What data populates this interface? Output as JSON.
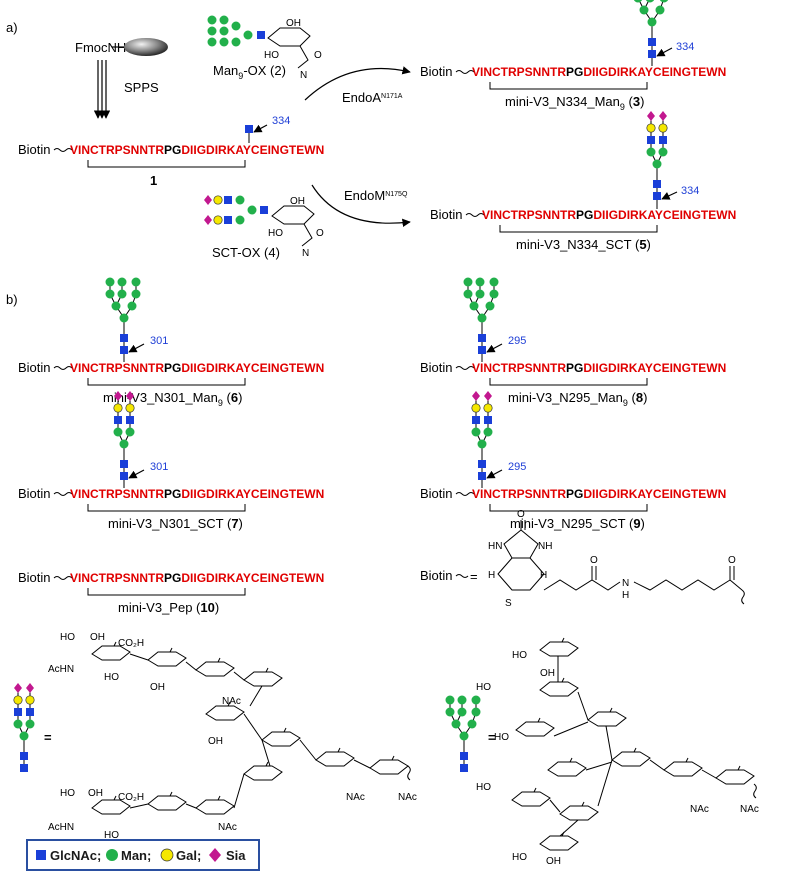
{
  "panel_a": {
    "label": "a)",
    "start_reagent": "FmocNH",
    "spps": "SPPS",
    "man9_ox_name": "Man",
    "man9_ox_sub": "9",
    "man9_ox_suffix": "-OX (2)",
    "sct_ox_name": "SCT-OX (4)",
    "enzyme_top": "EndoA",
    "enzyme_top_sup": "N171A",
    "enzyme_bottom": "EndoM",
    "enzyme_bottom_sup": "N175Q",
    "compound_1": "1",
    "prod_3_name": "mini-V3_N334_Man",
    "prod_3_sub": "9",
    "prod_3_num": "3",
    "prod_5_name": "mini-V3_N334_SCT (",
    "prod_5_num": "5",
    "prod_5_close": ")",
    "site": "334"
  },
  "panel_b": {
    "label": "b)",
    "c6_name": "mini-V3_N301_Man",
    "c6_sub": "9",
    "c6_num": "6",
    "c7_name": "mini-V3_N301_SCT (",
    "c7_num": "7",
    "c8_name": "mini-V3_N295_Man",
    "c8_sub": "9",
    "c8_num": "8",
    "c9_name": "mini-V3_N295_SCT (",
    "c9_num": "9",
    "c10_name": "mini-V3_Pep (",
    "c10_num": "10",
    "close": ")",
    "site_301": "301",
    "site_295": "295"
  },
  "peptide": {
    "biotin": "Biotin",
    "seq_a": "VINCTRPSNNTR",
    "seq_pg": "PG",
    "seq_b": "DIIGDIRKAYCEINGTEWN"
  },
  "biotin_def": {
    "label": "Biotin",
    "equals": "=",
    "atoms": [
      "O",
      "HN",
      "NH",
      "H",
      "H",
      "S",
      "N",
      "H",
      "O"
    ]
  },
  "structures": {
    "equals": "=",
    "sct_labels": [
      "HO",
      "OH",
      "CO₂H",
      "AcHN",
      "HO",
      "OH",
      "NAc",
      "OH",
      "HO",
      "OH",
      "NAc",
      "NAc"
    ],
    "man_labels": [
      "HO",
      "OH",
      "NAc",
      "NAc"
    ]
  },
  "legend": {
    "glcnac": "GlcNAc;",
    "man": "Man;",
    "gal": "Gal;",
    "sia": "Sia"
  },
  "colors": {
    "sequence_red": "#e00000",
    "site_blue": "#1f3fd6",
    "man_green": "#22b04b",
    "glcnac_blue": "#1a3fd8",
    "gal_yellow": "#f5e800",
    "sia_magenta": "#c2188f",
    "legend_border": "#2a4fa0"
  },
  "icons": [
    "glcnac-square-icon",
    "man-circle-icon",
    "gal-circle-icon",
    "sia-diamond-icon",
    "resin-bead-icon"
  ]
}
